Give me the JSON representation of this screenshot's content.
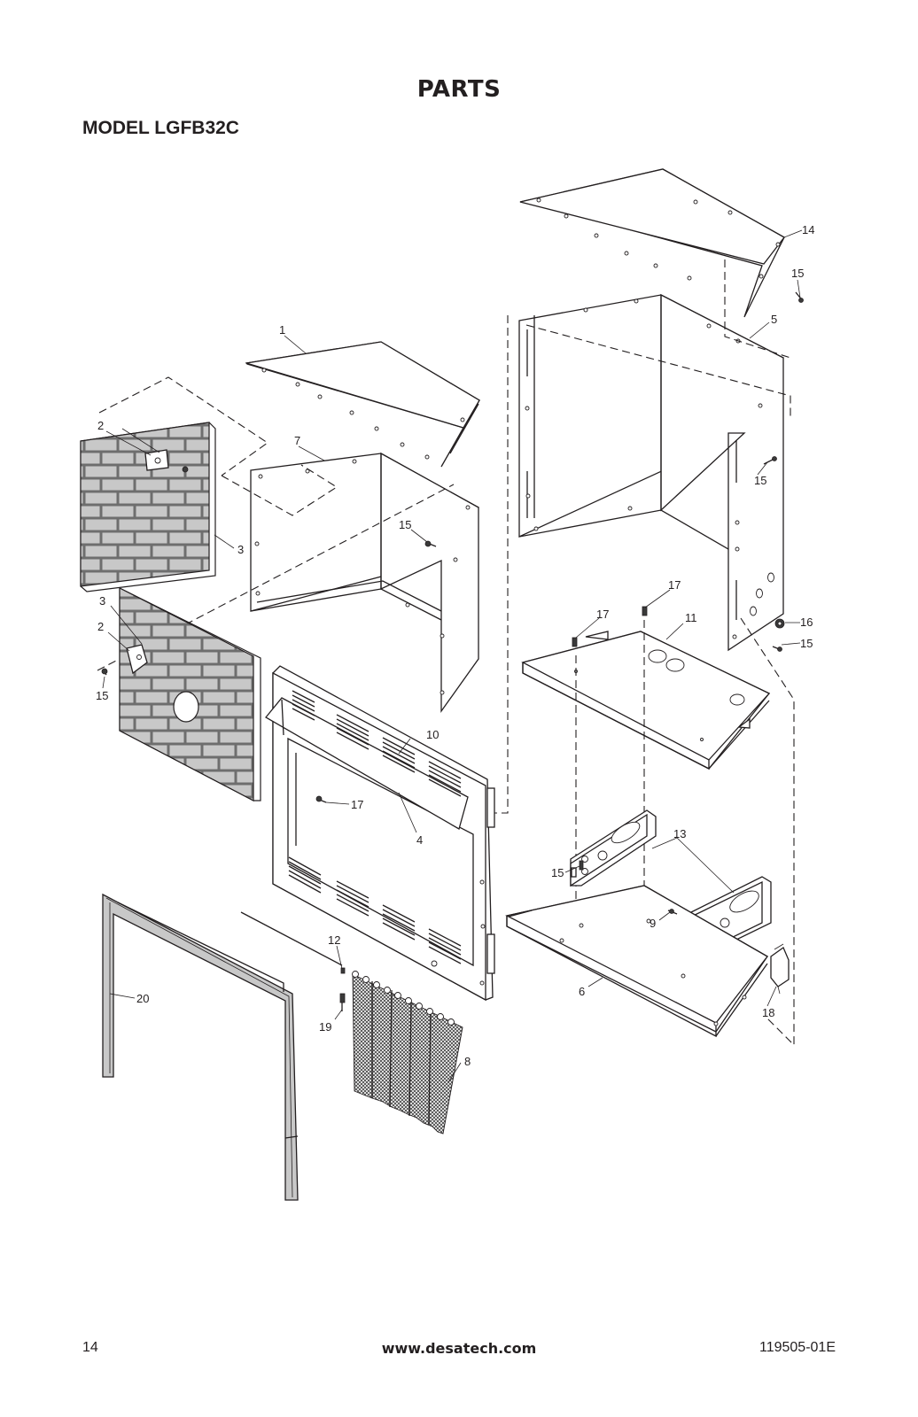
{
  "header": {
    "title": "PARTS",
    "model": "MODEL LGFB32C"
  },
  "footer": {
    "page_number": "14",
    "website": "www.desatech.com",
    "doc_number": "119505-01E"
  },
  "callouts": {
    "c1": "1",
    "c2a": "2",
    "c2b": "2",
    "c3a": "3",
    "c3b": "3",
    "c4": "4",
    "c5": "5",
    "c6": "6",
    "c7": "7",
    "c8": "8",
    "c9": "9",
    "c10": "10",
    "c11": "11",
    "c12": "12",
    "c13": "13",
    "c14": "14",
    "c15a": "15",
    "c15b": "15",
    "c15c": "15",
    "c15d": "15",
    "c15e": "15",
    "c15f": "15",
    "c16": "16",
    "c17a": "17",
    "c17b": "17",
    "c17c": "17",
    "c18": "18",
    "c19": "19",
    "c20": "20"
  },
  "colors": {
    "ink": "#231f20",
    "brick": "#c8c8c8",
    "mortar": "#6e6e6e"
  }
}
